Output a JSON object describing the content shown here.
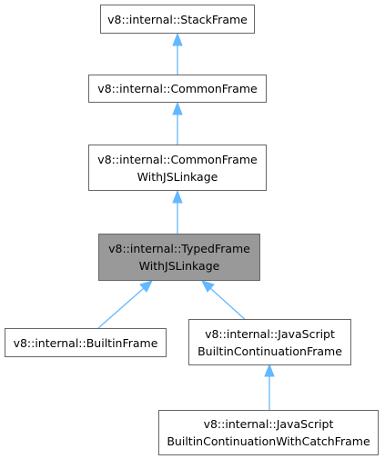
{
  "diagram": {
    "colors": {
      "edge": "#63b8ff",
      "node_border": "#666666",
      "node_fill": "#ffffff",
      "highlight_fill": "#999999"
    },
    "nodes": {
      "stack_frame": {
        "line1": "v8::internal::StackFrame",
        "line2": ""
      },
      "common_frame": {
        "line1": "v8::internal::CommonFrame",
        "line2": ""
      },
      "common_frame_js": {
        "line1": "v8::internal::CommonFrame",
        "line2": "WithJSLinkage"
      },
      "typed_frame_js": {
        "line1": "v8::internal::TypedFrame",
        "line2": "WithJSLinkage"
      },
      "builtin_frame": {
        "line1": "v8::internal::BuiltinFrame",
        "line2": ""
      },
      "js_builtin_continuation": {
        "line1": "v8::internal::JavaScript",
        "line2": "BuiltinContinuationFrame"
      },
      "js_builtin_continuation_catch": {
        "line1": "v8::internal::JavaScript",
        "line2": "BuiltinContinuationWithCatchFrame"
      }
    }
  }
}
